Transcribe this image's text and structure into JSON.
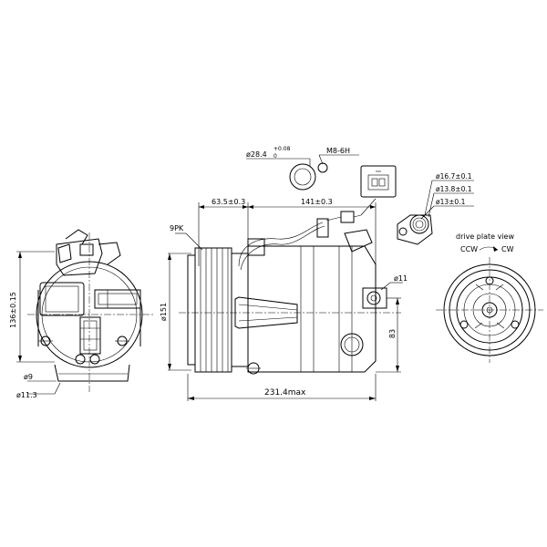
{
  "dimensions": {
    "bore_dia": "ø28.4",
    "bore_tol_upper": "+0.08",
    "bore_tol_lower": "0",
    "thread": "M8-6H",
    "length_front": "63.5±0.3",
    "length_rear": "141±0.3",
    "belt_profile": "9PK",
    "pulley_dia": "ø151",
    "total_length": "231.4max",
    "mount_hole_dia": "ø11",
    "mount_height": "83",
    "side_height": "136±0.15",
    "hole_small": "ø9",
    "hole_mount": "ø11.3",
    "fitting_d1": "ø16.7±0.1",
    "fitting_d2": "ø13.8±0.1",
    "fitting_d3": "ø13±0.1"
  },
  "drive_view": {
    "title": "drive plate view",
    "ccw": "CCW",
    "cw": "CW"
  }
}
